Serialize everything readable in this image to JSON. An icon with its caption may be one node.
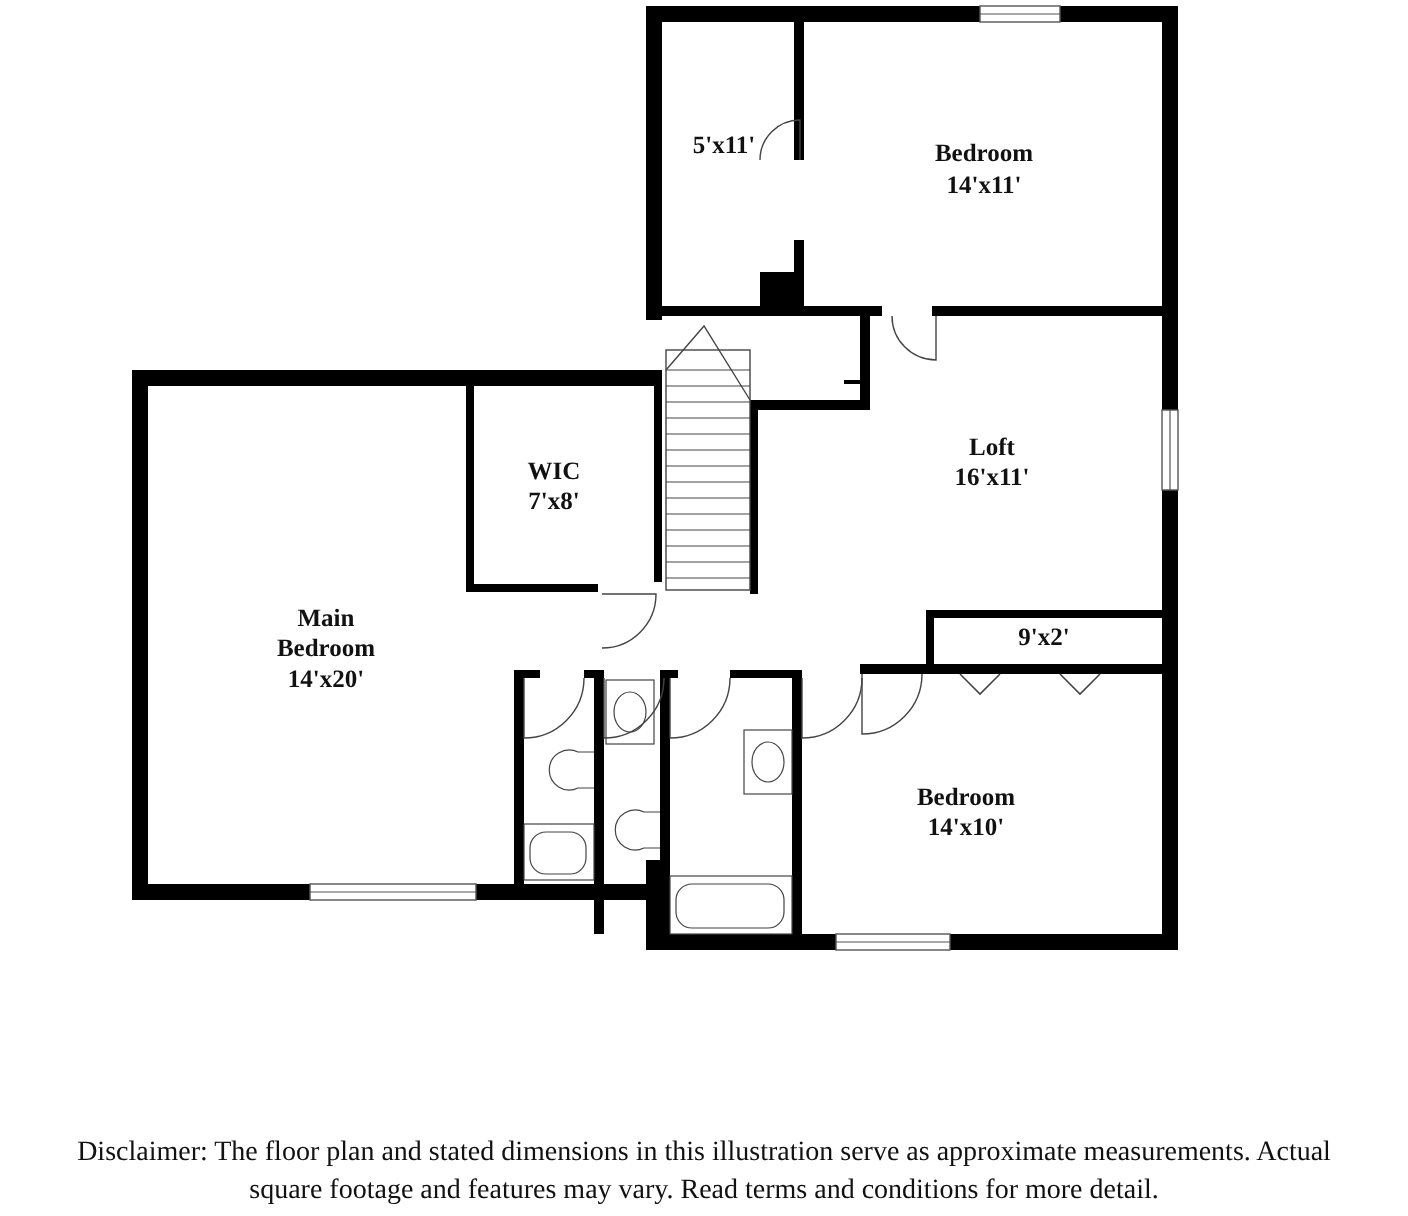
{
  "diagram": {
    "labels": [
      "5'x11'",
      "Bedroom",
      "14'x11'",
      "WIC",
      "7'x8'",
      "Loft",
      "16'x11'",
      "Main Bedroom",
      "14'x20'",
      "9'x2'",
      "Bedroom",
      "14'x10'",
      "Disclaimer: The floor plan and stated dimensions in this illustration serve as approximate measurements. Actual square footage and features may vary. Read terms and conditions for more detail."
    ]
  }
}
